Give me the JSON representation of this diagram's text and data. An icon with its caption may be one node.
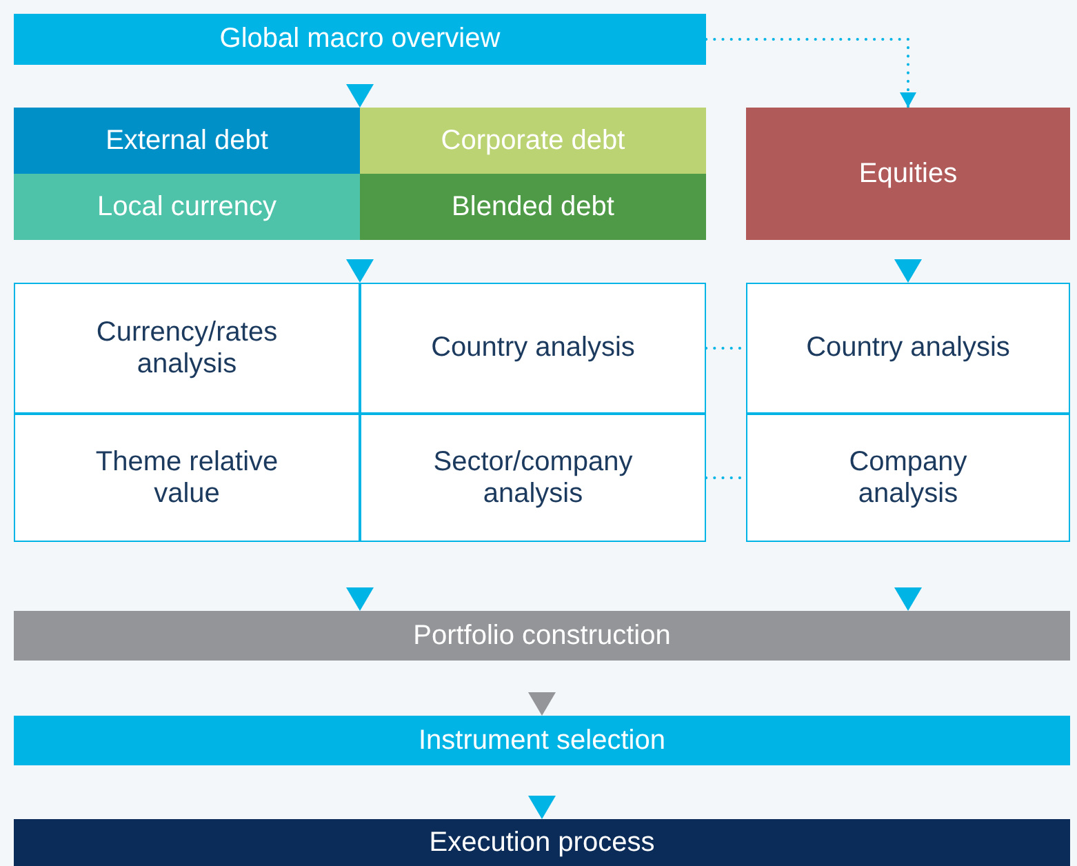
{
  "diagram": {
    "nodes": [
      {
        "text": [
          "Global macro overview"
        ]
      },
      {
        "text": [
          "External debt"
        ]
      },
      {
        "text": [
          "Corporate debt"
        ]
      },
      {
        "text": [
          "Local currency"
        ]
      },
      {
        "text": [
          "Blended debt"
        ]
      },
      {
        "text": [
          "Equities"
        ]
      },
      {
        "text": [
          "Currency/rates analysis"
        ]
      },
      {
        "text": [
          "Country analysis"
        ]
      },
      {
        "text": [
          "Theme relative value"
        ]
      },
      {
        "text": [
          "Sector/company analysis"
        ]
      },
      {
        "text": [
          "Country analysis"
        ]
      },
      {
        "text": [
          "Company analysis"
        ]
      },
      {
        "text": [
          "Portfolio construction"
        ]
      },
      {
        "text": [
          "Instrument selection"
        ]
      },
      {
        "text": [
          "Execution process"
        ]
      }
    ],
    "edges": [
      {
        "from": 0,
        "to": 1,
        "arrow": "to"
      },
      {
        "from": 0,
        "to": 5,
        "arrow": "to",
        "style": "dashed"
      },
      {
        "from": 3,
        "to": 6,
        "arrow": "to"
      },
      {
        "from": 5,
        "to": 10,
        "arrow": "to"
      },
      {
        "from": 7,
        "to": 10,
        "arrow": "none",
        "style": "dashed"
      },
      {
        "from": 9,
        "to": 11,
        "arrow": "none",
        "style": "dashed"
      },
      {
        "from": 8,
        "to": 12,
        "arrow": "to"
      },
      {
        "from": 11,
        "to": 12,
        "arrow": "to"
      },
      {
        "from": 12,
        "to": 13,
        "arrow": "to",
        "color": "#939598"
      },
      {
        "from": 13,
        "to": 14,
        "arrow": "to"
      }
    ]
  }
}
